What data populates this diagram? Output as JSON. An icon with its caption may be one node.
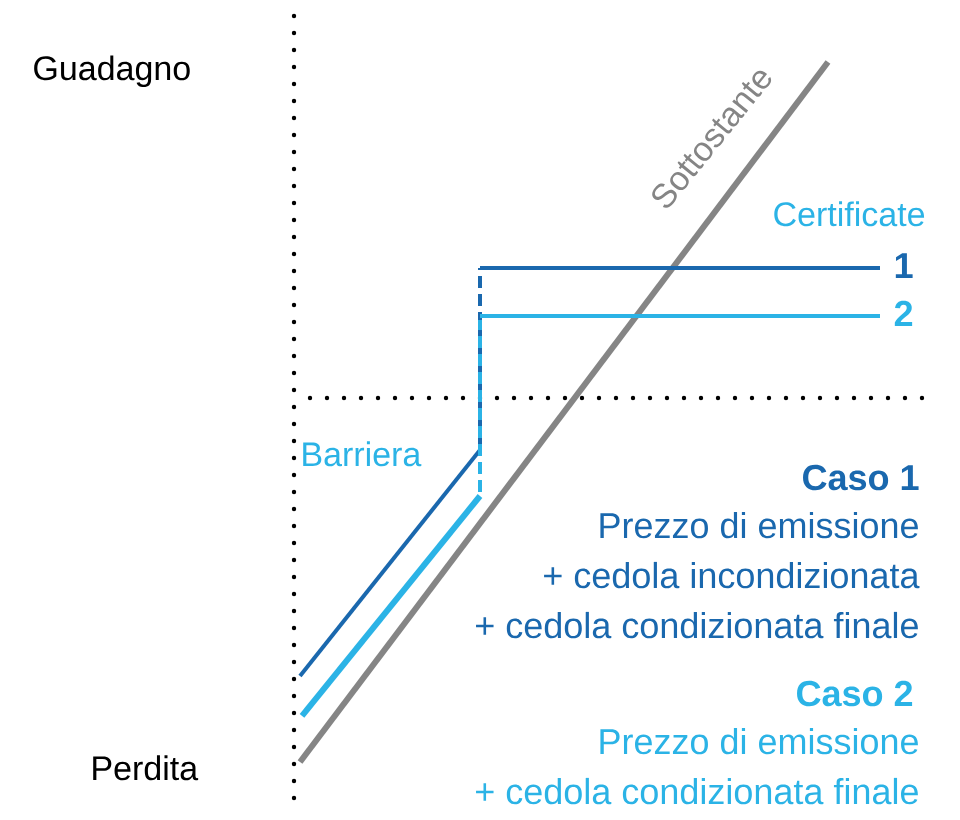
{
  "diagram": {
    "labels": [
      "Guadagno",
      "Perdita",
      "Sottostante",
      "Certificate",
      "1",
      "2",
      "Barriera",
      "Caso 1",
      "Prezzo di emissione",
      "+ cedola incondizionata",
      "+ cedola condizionata finale",
      "Caso 2",
      "Prezzo di emissione",
      "+ cedola condizionata finale"
    ]
  }
}
